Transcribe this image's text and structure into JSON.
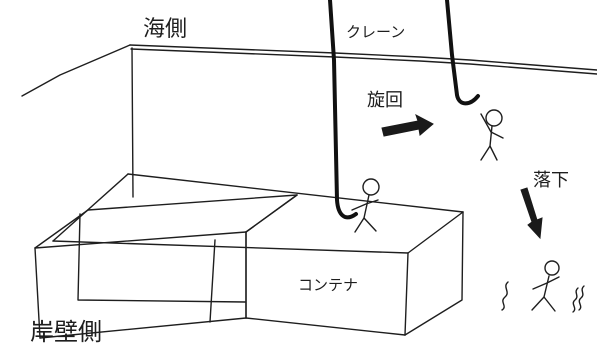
{
  "labels": {
    "sea_side": "海側",
    "crane": "クレーン",
    "swing": "旋回",
    "fall": "落下",
    "container": "コンテナ",
    "quay_side": "岸壁側"
  },
  "colors": {
    "ink": "#1e1e1e",
    "paper": "#ffffff"
  }
}
